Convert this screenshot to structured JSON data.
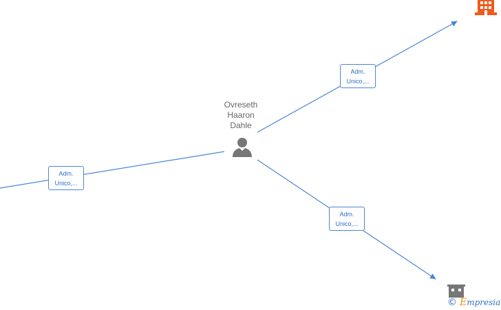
{
  "person": {
    "name_lines": [
      "Ovreseth",
      "Haaron",
      "Dahle"
    ]
  },
  "relations": [
    {
      "label_line1": "Adm.",
      "label_line2": "Unico,..."
    },
    {
      "label_line1": "Adm.",
      "label_line2": "Unico,..."
    },
    {
      "label_line1": "Adm.",
      "label_line2": "Unico,..."
    }
  ],
  "icons": {
    "person": "person-icon",
    "company_active": "building-icon",
    "company_inactive": "building-icon"
  },
  "colors": {
    "edge": "#4a86d4",
    "label_text": "#2f6fc4",
    "person_icon": "#777777",
    "company_active": "#f05a1a",
    "company_inactive": "#777777",
    "brand_initial": "#f39200"
  },
  "watermark": {
    "copyright_symbol": "©",
    "brand_initial": "E",
    "brand_rest": "mpresia"
  }
}
